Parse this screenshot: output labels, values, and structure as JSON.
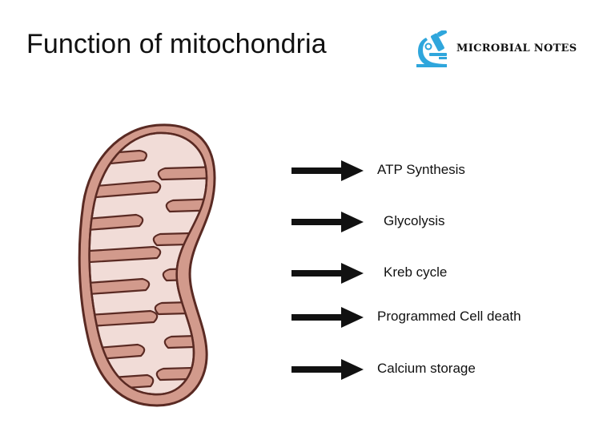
{
  "title": "Function of mitochondria",
  "logo": {
    "text": "MICROBIAL NOTES",
    "icon": "microscope-icon",
    "color": "#2fa6dc"
  },
  "illustration": {
    "icon": "mitochondrion",
    "outer_color": "#d29a8c",
    "inner_color": "#f1dcd7",
    "outline_color": "#5a2a23"
  },
  "functions": [
    {
      "label": "ATP Synthesis"
    },
    {
      "label": "Glycolysis"
    },
    {
      "label": "Kreb cycle"
    },
    {
      "label": "Programmed Cell death"
    },
    {
      "label": "Calcium storage"
    }
  ],
  "arrow_color": "#111111"
}
